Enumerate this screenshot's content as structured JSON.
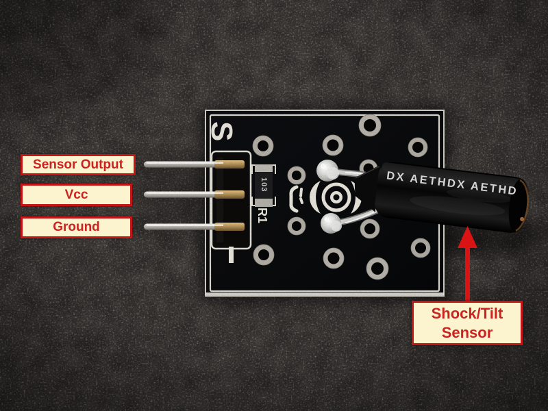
{
  "annotations": {
    "pin_labels": [
      {
        "text": "Sensor Output"
      },
      {
        "text": "Vcc"
      },
      {
        "text": "Ground"
      }
    ],
    "sensor_label": {
      "line1": "Shock/Tilt",
      "line2": "Sensor"
    }
  },
  "board_markings": {
    "signal_pin": "S",
    "minus_pin": "-",
    "resistor_designator": "R1",
    "resistor_code": "103"
  },
  "sensor": {
    "visible_marking": "DX   AETHDX   AETHD"
  },
  "colors": {
    "label_background": "#fbf4cf",
    "label_border": "#c41616",
    "label_text": "#cc2222",
    "arrow": "#e01414",
    "pcb": "#0b0c0e",
    "silkscreen": "#e4e1d8",
    "photo_background": "#4a4643"
  }
}
